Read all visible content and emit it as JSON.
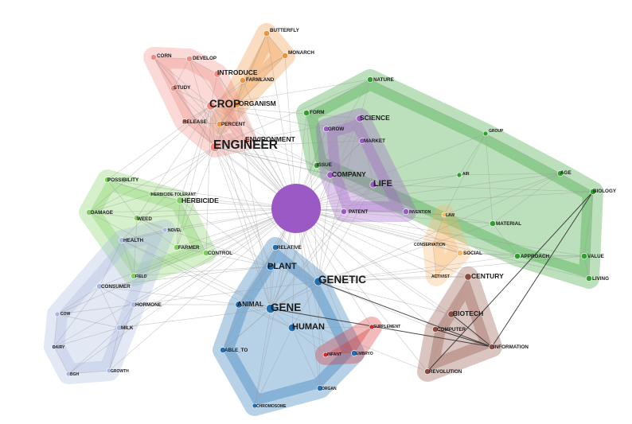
{
  "colors": {
    "orange": "#f0923a",
    "salmon": "#f08a80",
    "green": "#2fa02f",
    "lightgreen": "#7ccf5e",
    "lightblue": "#a9b8e0",
    "blue": "#1f6fb4",
    "red": "#d62728",
    "purple": "#9b59c6",
    "peach": "#f8b86a",
    "brown": "#8c4a3c",
    "hub": "#9b59c6"
  },
  "hub": {
    "name": "hub",
    "color": "purple"
  },
  "nodes": [
    {
      "id": "BUTTERFLY",
      "label": "BUTTERFLY",
      "group": "orange",
      "size": 2
    },
    {
      "id": "MONARCH",
      "label": "MONARCH",
      "group": "orange",
      "size": 2
    },
    {
      "id": "FARMLAND",
      "label": "FARMLAND",
      "group": "orange",
      "size": 2
    },
    {
      "id": "ORGANISM",
      "label": "ORGANISM",
      "group": "orange",
      "size": 3
    },
    {
      "id": "PERCENT",
      "label": "PERCENT",
      "group": "orange",
      "size": 2
    },
    {
      "id": "CORN",
      "label": "CORN",
      "group": "salmon",
      "size": 2
    },
    {
      "id": "DEVELOP",
      "label": "DEVELOP",
      "group": "salmon",
      "size": 2
    },
    {
      "id": "INTRODUCE",
      "label": "INTRODUCE",
      "group": "salmon",
      "size": 3
    },
    {
      "id": "STUDY",
      "label": "STUDY",
      "group": "salmon",
      "size": 2
    },
    {
      "id": "CROP",
      "label": "CROP",
      "group": "salmon",
      "size": 5
    },
    {
      "id": "RELEASE",
      "label": "RELEASE",
      "group": "salmon",
      "size": 2
    },
    {
      "id": "ENVIRONMENT",
      "label": "ENVIRONMENT",
      "group": "salmon",
      "size": 3
    },
    {
      "id": "ENGINEER",
      "label": "ENGINEER",
      "group": "salmon",
      "size": 6
    },
    {
      "id": "NATURE",
      "label": "NATURE",
      "group": "green",
      "size": 2
    },
    {
      "id": "FORM",
      "label": "FORM",
      "group": "green",
      "size": 2
    },
    {
      "id": "SCIENCE",
      "label": "SCIENCE",
      "group": "purple",
      "size": 3
    },
    {
      "id": "GROW",
      "label": "GROW",
      "group": "purple",
      "size": 2
    },
    {
      "id": "MARKET",
      "label": "MARKET",
      "group": "purple",
      "size": 2
    },
    {
      "id": "ISSUE",
      "label": "ISSUE",
      "group": "green",
      "size": 2
    },
    {
      "id": "COMPANY",
      "label": "COMPANY",
      "group": "purple",
      "size": 3
    },
    {
      "id": "LIFE",
      "label": "LIFE",
      "group": "purple",
      "size": 3
    },
    {
      "id": "GROUP",
      "label": "GROUP",
      "group": "green",
      "size": 1
    },
    {
      "id": "AIR",
      "label": "AIR",
      "group": "green",
      "size": 1
    },
    {
      "id": "AGE",
      "label": "AGE",
      "group": "green",
      "size": 2
    },
    {
      "id": "BIOLOGY",
      "label": "BIOLOGY",
      "group": "green",
      "size": 2
    },
    {
      "id": "PATENT",
      "label": "PATENT",
      "group": "purple",
      "size": 2
    },
    {
      "id": "INVENTION",
      "label": "INVENTION",
      "group": "purple",
      "size": 2
    },
    {
      "id": "LAW",
      "label": "LAW",
      "group": "peach",
      "size": 1
    },
    {
      "id": "MATERIAL",
      "label": "MATERIAL",
      "group": "green",
      "size": 2
    },
    {
      "id": "CONSERVATION",
      "label": "CONSERVATION",
      "group": "peach",
      "size": 1
    },
    {
      "id": "SOCIAL",
      "label": "SOCIAL",
      "group": "peach",
      "size": 2
    },
    {
      "id": "APPROACH",
      "label": "APPROACH",
      "group": "green",
      "size": 2
    },
    {
      "id": "VALUE",
      "label": "VALUE",
      "group": "green",
      "size": 2
    },
    {
      "id": "LIVING",
      "label": "LIVING",
      "group": "green",
      "size": 2
    },
    {
      "id": "ACTIVIST",
      "label": "ACTIVIST",
      "group": "peach",
      "size": 2
    },
    {
      "id": "CENTURY",
      "label": "CENTURY",
      "group": "brown",
      "size": 3
    },
    {
      "id": "BIOTECH",
      "label": "BIOTECH",
      "group": "brown",
      "size": 3
    },
    {
      "id": "COMPUTER",
      "label": "COMPUTER",
      "group": "brown",
      "size": 2
    },
    {
      "id": "INFORMATION",
      "label": "INFORMATION",
      "group": "brown",
      "size": 2
    },
    {
      "id": "REVOLUTION",
      "label": "REVOLUTION",
      "group": "brown",
      "size": 2
    },
    {
      "id": "POSSIBILITY",
      "label": "POSSIBILITY",
      "group": "lightgreen",
      "size": 2
    },
    {
      "id": "HERBICIDE_TOLERANT",
      "label": "HERBICIDE-TOLERANT",
      "group": "lightgreen",
      "size": 1
    },
    {
      "id": "HERBICIDE",
      "label": "HERBICIDE",
      "group": "lightgreen",
      "size": 3
    },
    {
      "id": "DAMAGE",
      "label": "DAMAGE",
      "group": "lightgreen",
      "size": 2
    },
    {
      "id": "WEED",
      "label": "WEED",
      "group": "lightgreen",
      "size": 2
    },
    {
      "id": "NOVEL",
      "label": "NOVEL",
      "group": "lightblue",
      "size": 1
    },
    {
      "id": "HEALTH",
      "label": "HEALTH",
      "group": "lightblue",
      "size": 2
    },
    {
      "id": "FARMER",
      "label": "FARMER",
      "group": "lightgreen",
      "size": 2
    },
    {
      "id": "CONTROL",
      "label": "CONTROL",
      "group": "lightgreen",
      "size": 2
    },
    {
      "id": "FIELD",
      "label": "FIELD",
      "group": "lightgreen",
      "size": 2
    },
    {
      "id": "CONSUMER",
      "label": "CONSUMER",
      "group": "lightblue",
      "size": 2
    },
    {
      "id": "HORMONE",
      "label": "HORMONE",
      "group": "lightblue",
      "size": 2
    },
    {
      "id": "COW",
      "label": "COW",
      "group": "lightblue",
      "size": 1
    },
    {
      "id": "MILK",
      "label": "MILK",
      "group": "lightblue",
      "size": 2
    },
    {
      "id": "DAIRY",
      "label": "DAIRY",
      "group": "lightblue",
      "size": 1
    },
    {
      "id": "BGH",
      "label": "BGH",
      "group": "lightblue",
      "size": 1
    },
    {
      "id": "GROWTH",
      "label": "GROWTH",
      "group": "lightblue",
      "size": 1
    },
    {
      "id": "RELATIVE",
      "label": "RELATIVE",
      "group": "blue",
      "size": 2
    },
    {
      "id": "PLANT",
      "label": "PLANT",
      "group": "blue",
      "size": 4
    },
    {
      "id": "GENETIC",
      "label": "GENETIC",
      "group": "blue",
      "size": 5
    },
    {
      "id": "ANIMAL",
      "label": "ANIMAL",
      "group": "blue",
      "size": 3
    },
    {
      "id": "GENE",
      "label": "GENE",
      "group": "blue",
      "size": 6
    },
    {
      "id": "HUMAN",
      "label": "HUMAN",
      "group": "blue",
      "size": 4
    },
    {
      "id": "ABLE_TO",
      "label": "ABLE_TO",
      "group": "blue",
      "size": 2
    },
    {
      "id": "SUPPLEMENT",
      "label": "SUPPLEMENT",
      "group": "red",
      "size": 1
    },
    {
      "id": "INFANT",
      "label": "INFANT",
      "group": "red",
      "size": 1
    },
    {
      "id": "EMBRYO",
      "label": "EMBRYO",
      "group": "blue",
      "size": 2
    },
    {
      "id": "ORGAN",
      "label": "ORGAN",
      "group": "blue",
      "size": 2
    },
    {
      "id": "CHROMOSOME",
      "label": "CHROMOSOME",
      "group": "blue",
      "size": 1
    }
  ],
  "clusters": [
    {
      "name": "orange",
      "color": "orange",
      "members": [
        "BUTTERFLY",
        "MONARCH",
        "FARMLAND",
        "ORGANISM",
        "PERCENT"
      ]
    },
    {
      "name": "salmon",
      "color": "salmon",
      "members": [
        "CORN",
        "DEVELOP",
        "INTRODUCE",
        "STUDY",
        "CROP",
        "RELEASE",
        "ENVIRONMENT",
        "ENGINEER",
        "PERCENT"
      ]
    },
    {
      "name": "green",
      "color": "green",
      "members": [
        "NATURE",
        "FORM",
        "ISSUE",
        "GROUP",
        "AGE",
        "BIOLOGY",
        "LIVING",
        "VALUE",
        "APPROACH",
        "MATERIAL",
        "AIR"
      ]
    },
    {
      "name": "purple",
      "color": "purple",
      "members": [
        "SCIENCE",
        "GROW",
        "MARKET",
        "COMPANY",
        "LIFE",
        "PATENT",
        "INVENTION"
      ]
    },
    {
      "name": "peach",
      "color": "peach",
      "members": [
        "LAW",
        "CONSERVATION",
        "SOCIAL",
        "ACTIVIST"
      ]
    },
    {
      "name": "brown",
      "color": "brown",
      "members": [
        "CENTURY",
        "BIOTECH",
        "COMPUTER",
        "INFORMATION",
        "REVOLUTION"
      ]
    },
    {
      "name": "lightgreen",
      "color": "lightgreen",
      "members": [
        "POSSIBILITY",
        "HERBICIDE_TOLERANT",
        "HERBICIDE",
        "DAMAGE",
        "WEED",
        "FARMER",
        "CONTROL",
        "FIELD"
      ]
    },
    {
      "name": "lightblue",
      "color": "lightblue",
      "members": [
        "HEALTH",
        "NOVEL",
        "CONSUMER",
        "HORMONE",
        "COW",
        "MILK",
        "DAIRY",
        "BGH",
        "GROWTH",
        "FIELD"
      ]
    },
    {
      "name": "blue",
      "color": "blue",
      "members": [
        "RELATIVE",
        "PLANT",
        "GENETIC",
        "ANIMAL",
        "GENE",
        "HUMAN",
        "ABLE_TO",
        "EMBRYO",
        "ORGAN",
        "CHROMOSOME"
      ]
    },
    {
      "name": "red",
      "color": "red",
      "members": [
        "SUPPLEMENT",
        "INFANT",
        "EMBRYO"
      ]
    }
  ],
  "edges": [
    [
      "BUTTERFLY",
      "MONARCH"
    ],
    [
      "MONARCH",
      "FARMLAND"
    ],
    [
      "BUTTERFLY",
      "ORGANISM"
    ],
    [
      "ORGANISM",
      "PERCENT"
    ],
    [
      "FARMLAND",
      "ORGANISM"
    ],
    [
      "MONARCH",
      "ORGANISM"
    ],
    [
      "CORN",
      "DEVELOP"
    ],
    [
      "CORN",
      "STUDY"
    ],
    [
      "DEVELOP",
      "INTRODUCE"
    ],
    [
      "INTRODUCE",
      "CROP"
    ],
    [
      "STUDY",
      "CROP"
    ],
    [
      "CROP",
      "RELEASE"
    ],
    [
      "CROP",
      "ENGINEER"
    ],
    [
      "ENGINEER",
      "ENVIRONMENT"
    ],
    [
      "RELEASE",
      "PERCENT"
    ],
    [
      "ENGINEER",
      "PERCENT"
    ],
    [
      "CORN",
      "CROP"
    ],
    [
      "DEVELOP",
      "STUDY"
    ],
    [
      "INTRODUCE",
      "ORGANISM"
    ],
    [
      "NATURE",
      "FORM"
    ],
    [
      "NATURE",
      "SCIENCE"
    ],
    [
      "FORM",
      "GROW"
    ],
    [
      "GROW",
      "MARKET"
    ],
    [
      "SCIENCE",
      "MARKET"
    ],
    [
      "ISSUE",
      "COMPANY"
    ],
    [
      "COMPANY",
      "LIFE"
    ],
    [
      "FORM",
      "ISSUE"
    ],
    [
      "SCIENCE",
      "LIFE"
    ],
    [
      "NATURE",
      "GROUP"
    ],
    [
      "GROUP",
      "AGE"
    ],
    [
      "AGE",
      "BIOLOGY"
    ],
    [
      "AIR",
      "AGE"
    ],
    [
      "AIR",
      "GROUP"
    ],
    [
      "LIFE",
      "AIR"
    ],
    [
      "MATERIAL",
      "AGE"
    ],
    [
      "MATERIAL",
      "APPROACH"
    ],
    [
      "APPROACH",
      "VALUE"
    ],
    [
      "VALUE",
      "LIVING"
    ],
    [
      "VALUE",
      "BIOLOGY"
    ],
    [
      "LIVING",
      "BIOLOGY"
    ],
    [
      "GROUP",
      "MATERIAL"
    ],
    [
      "LAW",
      "GROUP"
    ],
    [
      "LAW",
      "AGE"
    ],
    [
      "INVENTION",
      "LAW"
    ],
    [
      "PATENT",
      "INVENTION"
    ],
    [
      "COMPANY",
      "PATENT"
    ],
    [
      "LIFE",
      "PATENT"
    ],
    [
      "LAW",
      "CONSERVATION"
    ],
    [
      "CONSERVATION",
      "SOCIAL"
    ],
    [
      "SOCIAL",
      "ACTIVIST"
    ],
    [
      "ACTIVIST",
      "CENTURY"
    ],
    [
      "SOCIAL",
      "VALUE"
    ],
    [
      "APPROACH",
      "SOCIAL"
    ],
    [
      "CONSERVATION",
      "ACTIVIST"
    ],
    [
      "MATERIAL",
      "LAW"
    ],
    [
      "CENTURY",
      "BIOTECH"
    ],
    [
      "BIOTECH",
      "COMPUTER"
    ],
    [
      "COMPUTER",
      "REVOLUTION"
    ],
    [
      "COMPUTER",
      "INFORMATION"
    ],
    [
      "CENTURY",
      "INFORMATION"
    ],
    [
      "BIOTECH",
      "INFORMATION"
    ],
    [
      "REVOLUTION",
      "INFORMATION"
    ],
    [
      "BIOTECH",
      "REVOLUTION"
    ],
    [
      "POSSIBILITY",
      "HERBICIDE_TOLERANT"
    ],
    [
      "HERBICIDE_TOLERANT",
      "HERBICIDE"
    ],
    [
      "DAMAGE",
      "WEED"
    ],
    [
      "WEED",
      "HERBICIDE"
    ],
    [
      "WEED",
      "FARMER"
    ],
    [
      "FARMER",
      "CONTROL"
    ],
    [
      "HERBICIDE",
      "CONTROL"
    ],
    [
      "FIELD",
      "WEED"
    ],
    [
      "FIELD",
      "HEALTH"
    ],
    [
      "POSSIBILITY",
      "WEED"
    ],
    [
      "DAMAGE",
      "HERBICIDE_TOLERANT"
    ],
    [
      "NOVEL",
      "WEED"
    ],
    [
      "NOVEL",
      "HEALTH"
    ],
    [
      "HERBICIDE",
      "FARMER"
    ],
    [
      "HEALTH",
      "CONSUMER"
    ],
    [
      "CONSUMER",
      "HORMONE"
    ],
    [
      "CONSUMER",
      "MILK"
    ],
    [
      "COW",
      "MILK"
    ],
    [
      "COW",
      "DAIRY"
    ],
    [
      "DAIRY",
      "BGH"
    ],
    [
      "BGH",
      "GROWTH"
    ],
    [
      "GROWTH",
      "MILK"
    ],
    [
      "MILK",
      "HORMONE"
    ],
    [
      "DAIRY",
      "MILK"
    ],
    [
      "BGH",
      "MILK"
    ],
    [
      "COW",
      "HORMONE"
    ],
    [
      "HORMONE",
      "GROWTH"
    ],
    [
      "CONSUMER",
      "COW"
    ],
    [
      "CONSUMER",
      "DAIRY"
    ],
    [
      "RELATIVE",
      "PLANT"
    ],
    [
      "PLANT",
      "GENE"
    ],
    [
      "GENE",
      "GENETIC"
    ],
    [
      "GENE",
      "HUMAN"
    ],
    [
      "GENE",
      "ANIMAL"
    ],
    [
      "ANIMAL",
      "PLANT"
    ],
    [
      "HUMAN",
      "ANIMAL"
    ],
    [
      "GENETIC",
      "PLANT"
    ],
    [
      "GENETIC",
      "HUMAN"
    ],
    [
      "HUMAN",
      "ORGAN"
    ],
    [
      "HUMAN",
      "EMBRYO"
    ],
    [
      "ABLE_TO",
      "GENE"
    ],
    [
      "ABLE_TO",
      "ANIMAL"
    ],
    [
      "CHROMOSOME",
      "GENE"
    ],
    [
      "CHROMOSOME",
      "HUMAN"
    ],
    [
      "ORGAN",
      "EMBRYO"
    ],
    [
      "GENE",
      "RELATIVE"
    ],
    [
      "GENETIC",
      "RELATIVE"
    ],
    [
      "SUPPLEMENT",
      "INFANT"
    ],
    [
      "INFANT",
      "EMBRYO"
    ],
    [
      "SUPPLEMENT",
      "EMBRYO"
    ],
    [
      "HUMAN",
      "INFANT"
    ],
    [
      "HUMAN",
      "SUPPLEMENT"
    ],
    [
      "ENGINEER",
      "GENE"
    ],
    [
      "CROP",
      "GENE"
    ],
    [
      "CROP",
      "PLANT"
    ],
    [
      "ENGINEER",
      "PLANT"
    ],
    [
      "ENGINEER",
      "GENETIC"
    ],
    [
      "CROP",
      "WEED"
    ],
    [
      "CROP",
      "HERBICIDE"
    ],
    [
      "ENGINEER",
      "FARMER"
    ],
    [
      "ENGINEER",
      "COMPANY"
    ],
    [
      "CROP",
      "COMPANY"
    ],
    [
      "GENETIC",
      "COMPANY"
    ],
    [
      "GENE",
      "LIFE"
    ],
    [
      "GENETIC",
      "SCIENCE"
    ],
    [
      "ENGINEER",
      "SCIENCE"
    ],
    [
      "CROP",
      "FARMER"
    ],
    [
      "GENE",
      "HEALTH"
    ],
    [
      "GENE",
      "CONSUMER"
    ],
    [
      "GENETIC",
      "BIOTECH"
    ],
    [
      "GENETIC",
      "CENTURY"
    ],
    [
      "GENE",
      "ORGANISM"
    ],
    [
      "PLANT",
      "HERBICIDE"
    ],
    [
      "CROP",
      "ENVIRONMENT"
    ],
    [
      "ENVIRONMENT",
      "ISSUE"
    ],
    [
      "ENGINEER",
      "ISSUE"
    ],
    [
      "GENE",
      "PATENT"
    ],
    [
      "LIFE",
      "INVENTION"
    ],
    [
      "GENETIC",
      "ACTIVIST"
    ],
    [
      "PLANT",
      "FIELD"
    ],
    [
      "ENGINEER",
      "HEALTH"
    ],
    [
      "GENE",
      "ABLE_TO"
    ],
    [
      "GENETIC",
      "ORGAN"
    ],
    [
      "CROP",
      "POSSIBILITY"
    ],
    [
      "CROP",
      "DAMAGE"
    ],
    [
      "ENGINEER",
      "DAMAGE"
    ],
    [
      "ENGINEER",
      "HERBICIDE_TOLERANT"
    ],
    [
      "GENE",
      "MILK"
    ],
    [
      "GENETIC",
      "HORMONE"
    ],
    [
      "ANIMAL",
      "HORMONE"
    ],
    [
      "PLANT",
      "CONSUMER"
    ],
    [
      "CROP",
      "MONARCH"
    ],
    [
      "ENGINEER",
      "BUTTERFLY"
    ],
    [
      "CROP",
      "FARMLAND"
    ],
    [
      "GENETIC",
      "COMPUTER"
    ],
    [
      "GENE",
      "REVOLUTION"
    ],
    [
      "ENGINEER",
      "NATURE"
    ],
    [
      "CROP",
      "NATURE"
    ],
    [
      "GENETIC",
      "FORM"
    ],
    [
      "ENGINEER",
      "MARKET"
    ],
    [
      "COMPANY",
      "MARKET"
    ],
    [
      "GENETIC",
      "LIFE"
    ],
    [
      "GENE",
      "SCIENCE"
    ],
    [
      "ENGINEER",
      "LIFE"
    ],
    [
      "GENE",
      "COMPANY"
    ],
    [
      "CROP",
      "SCIENCE"
    ],
    [
      "GENETIC",
      "VALUE"
    ],
    [
      "GENETIC",
      "APPROACH"
    ],
    [
      "LIFE",
      "BIOLOGY"
    ],
    [
      "GENE",
      "AGE"
    ],
    [
      "GENETIC",
      "MATERIAL"
    ],
    [
      "COMPANY",
      "SOCIAL"
    ],
    [
      "PLANT",
      "GROW"
    ],
    [
      "CROP",
      "GROW"
    ],
    [
      "ENGINEER",
      "ORGANISM"
    ],
    [
      "PLANT",
      "WEED"
    ],
    [
      "GENETIC",
      "GENE"
    ],
    [
      "HUMAN",
      "HEALTH"
    ],
    [
      "ENGINEER",
      "STUDY"
    ],
    [
      "ENGINEER",
      "DEVELOP"
    ],
    [
      "ENGINEER",
      "CORN"
    ],
    [
      "CROP",
      "CONTROL"
    ],
    [
      "PLANT",
      "CONTROL"
    ],
    [
      "GENE",
      "DAMAGE"
    ]
  ],
  "edges_dark": [
    [
      "GENETIC",
      "INFORMATION"
    ],
    [
      "GENE",
      "INFORMATION"
    ],
    [
      "BIOLOGY",
      "INFORMATION"
    ],
    [
      "BIOLOGY",
      "REVOLUTION"
    ],
    [
      "COMPUTER",
      "INFORMATION"
    ],
    [
      "BIOTECH",
      "INFORMATION"
    ]
  ]
}
